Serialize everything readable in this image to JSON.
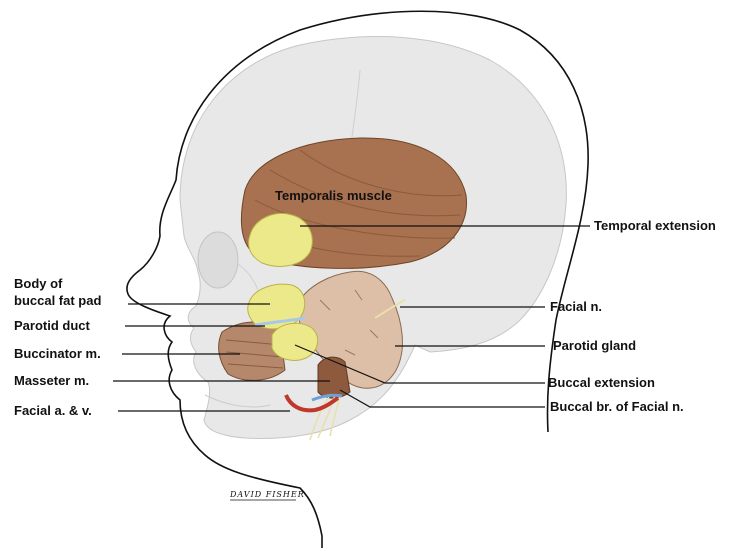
{
  "labels": {
    "temporalis_muscle": "Temporalis muscle",
    "temporal_extension": "Temporal extension",
    "body_line1": "Body of",
    "body_line2": "buccal fat pad",
    "facial_n": "Facial n.",
    "parotid_duct": "Parotid duct",
    "parotid_gland": "Parotid gland",
    "buccinator": "Buccinator m.",
    "masseter": "Masseter m.",
    "buccal_extension": "Buccal extension",
    "facial_av": "Facial a. & v.",
    "buccal_br": "Buccal br. of Facial n."
  },
  "signature": "DAVID FISHER",
  "colors": {
    "skull": "#e8e8e8",
    "temporalis": "#a8714f",
    "fat_pad": "#ece98a",
    "parotid": "#dcbfa6",
    "buccinator": "#b5876b",
    "artery": "#c0382b",
    "vein": "#6f9fd6",
    "nerve": "#e7e1a6"
  }
}
